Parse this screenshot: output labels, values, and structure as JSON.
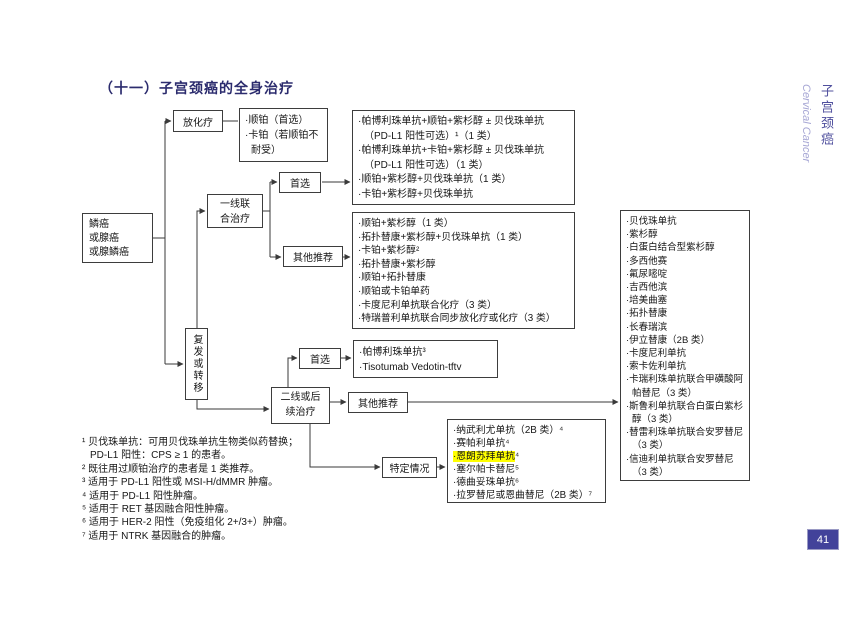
{
  "page": {
    "title": "（十一）子宫颈癌的全身治疗",
    "page_number": "41",
    "sidebar": {
      "cn": "子宫颈癌",
      "en": "Cervical Cancer"
    }
  },
  "colors": {
    "title": "#2c2c6e",
    "sidebar_cn": "#50509e",
    "sidebar_en": "#a6a6d4",
    "badge_bg": "#42429a",
    "badge_text": "#ffffff",
    "highlight": "#ffff00",
    "line": "#3a3a3a",
    "text": "#161616"
  },
  "flow": {
    "histology_lines": [
      "鳞癌",
      "或腺癌",
      "或腺鳞癌"
    ],
    "crt_label": "放化疗",
    "crt_agents": [
      "·顺铂（首选）",
      "·卡铂（若顺铂不耐受）"
    ],
    "crt_regimens": [
      "·帕博利珠单抗+顺铂+紫杉醇 ± 贝伐珠单抗（PD-L1 阳性可选）¹（1 类）",
      "·帕博利珠单抗+卡铂+紫杉醇 ± 贝伐珠单抗（PD-L1 阳性可选）（1 类）",
      "·顺铂+紫杉醇+贝伐珠单抗（1 类）",
      "·卡铂+紫杉醇+贝伐珠单抗"
    ],
    "firstline_lines": [
      "一线联",
      "合治疗"
    ],
    "preferred1_label": "首选",
    "other1_label": "其他推荐",
    "firstline_other": [
      "·顺铂+紫杉醇（1 类）",
      "·拓扑替康+紫杉醇+贝伐珠单抗（1 类）",
      "·卡铂+紫杉醇²",
      "·拓扑替康+紫杉醇",
      "·顺铂+拓扑替康",
      "·顺铂或卡铂单药",
      "·卡度尼利单抗联合化疗（3 类）",
      "·特瑞普利单抗联合同步放化疗或化疗（3 类）"
    ],
    "recurrent_label": "复发或转移",
    "secondline_lines": [
      "二线或后",
      "续治疗"
    ],
    "preferred2_label": "首选",
    "secondline_preferred": [
      "·帕博利珠单抗³",
      "·Tisotumab Vedotin-tftv"
    ],
    "other2_label": "其他推荐",
    "secondline_other": [
      "·贝伐珠单抗",
      "·紫杉醇",
      "·白蛋白结合型紫杉醇",
      "·多西他赛",
      "·氟尿嘧啶",
      "·吉西他滨",
      "·培美曲塞",
      "·拓扑替康",
      "·长春瑞滨",
      "·伊立替康（2B 类）",
      "·卡度尼利单抗",
      "·索卡佐利单抗",
      "·卡瑞利珠单抗联合甲磺酸阿帕替尼（3 类）",
      "·斯鲁利单抗联合白蛋白紫杉醇（3 类）",
      "·替雷利珠单抗联合安罗替尼（3 类）",
      "·信迪利单抗联合安罗替尼（3 类）"
    ],
    "specific_label": "特定情况",
    "specific_options": [
      "·纳武利尤单抗（2B 类）⁴",
      "·赛帕利单抗⁴",
      {
        "hl": "·恩朗苏拜单抗",
        "tail": "⁴"
      },
      "·塞尔帕卡替尼⁵",
      "·德曲妥珠单抗⁶",
      "·拉罗替尼或恩曲替尼（2B 类）⁷"
    ]
  },
  "footnotes": [
    "¹ 贝伐珠单抗：可用贝伐珠单抗生物类似药替换；\n PD-L1 阳性：CPS ≥ 1 的患者。",
    "² 既往用过顺铂治疗的患者是 1 类推荐。",
    "³ 适用于 PD-L1 阳性或 MSI-H/dMMR 肿瘤。",
    "⁴ 适用于 PD-L1 阳性肿瘤。",
    "⁵ 适用于 RET 基因融合阳性肿瘤。",
    "⁶ 适用于 HER-2 阳性（免疫组化 2+/3+）肿瘤。",
    "⁷ 适用于 NTRK 基因融合的肿瘤。"
  ]
}
